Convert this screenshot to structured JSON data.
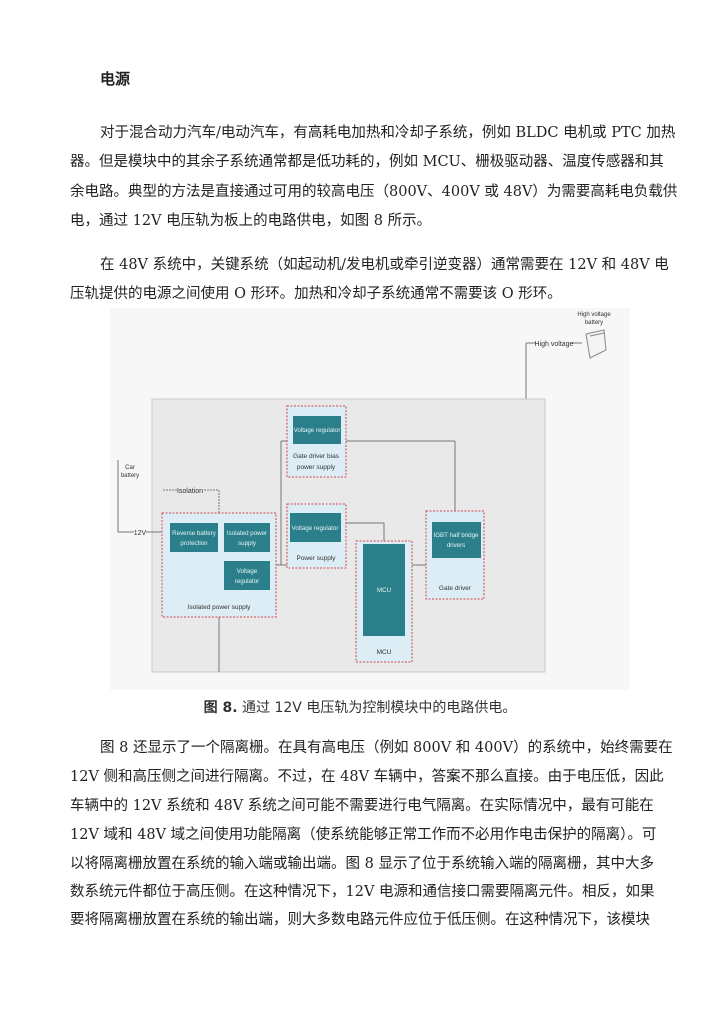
{
  "heading": "电源",
  "para1": [
    "对于混合动力汽车/电动汽车，有高耗电加热和冷却子系统，例如 BLDC 电机或 PTC 加热",
    "器。但是模块中的其余子系统通常都是低功耗的，例如 MCU、栅极驱动器、温度传感器和其",
    "余电路。典型的方法是直接通过可用的较高电压（800V、400V 或 48V）为需要高耗电负载供",
    "电，通过 12V 电压轨为板上的电路供电，如图 8 所示。"
  ],
  "para2": [
    "在 48V 系统中，关键系统（如起动机/发电机或牵引逆变器）通常需要在 12V 和 48V 电",
    "压轨提供的电源之间使用 O 形环。加热和冷却子系统通常不需要该 O 形环。"
  ],
  "diagram": {
    "hv_battery_line1": "High voltage",
    "hv_battery_line2": "battery",
    "high_voltage": "High voltage",
    "car_battery_line1": "Car",
    "car_battery_line2": "battery",
    "isolation": "Isolation",
    "v12": "12V",
    "gate_bias_reg": "Voltage regulator",
    "gate_bias_label1": "Gate driver bias",
    "gate_bias_label2": "power supply",
    "ps_reg": "Voltage regulator",
    "ps_label": "Power supply",
    "reverse1": "Reverse battery",
    "reverse2": "protection",
    "iso_ps1": "Isolated power",
    "iso_ps2": "supply",
    "vreg1": "Voltage",
    "vreg2": "regulator",
    "iso_label": "Isolated power supply",
    "mcu_inner": "MCU",
    "mcu_label": "MCU",
    "igbt1": "IGBT half bridge",
    "igbt2": "drivers",
    "gate_driver_label": "Gate driver",
    "colors": {
      "teal": "#2a7f8a",
      "light": "#dcedf5",
      "dash": "#d0464a",
      "bg": "#ececec"
    }
  },
  "caption": {
    "num": "图 8.",
    "text": "通过 12V 电压轨为控制模块中的电路供电。"
  },
  "para3": [
    "图 8 还显示了一个隔离栅。在具有高电压（例如 800V 和 400V）的系统中，始终需要在",
    "12V 侧和高压侧之间进行隔离。不过，在 48V 车辆中，答案不那么直接。由于电压低，因此",
    "车辆中的 12V 系统和 48V 系统之间可能不需要进行电气隔离。在实际情况中，最有可能在",
    "12V 域和 48V 域之间使用功能隔离（使系统能够正常工作而不必用作电击保护的隔离）。可",
    "以将隔离栅放置在系统的输入端或输出端。图 8 显示了位于系统输入端的隔离栅，其中大多",
    "数系统元件都位于高压侧。在这种情况下，12V 电源和通信接口需要隔离元件。相反，如果",
    "要将隔离栅放置在系统的输出端，则大多数电路元件应位于低压侧。在这种情况下，该模块"
  ]
}
